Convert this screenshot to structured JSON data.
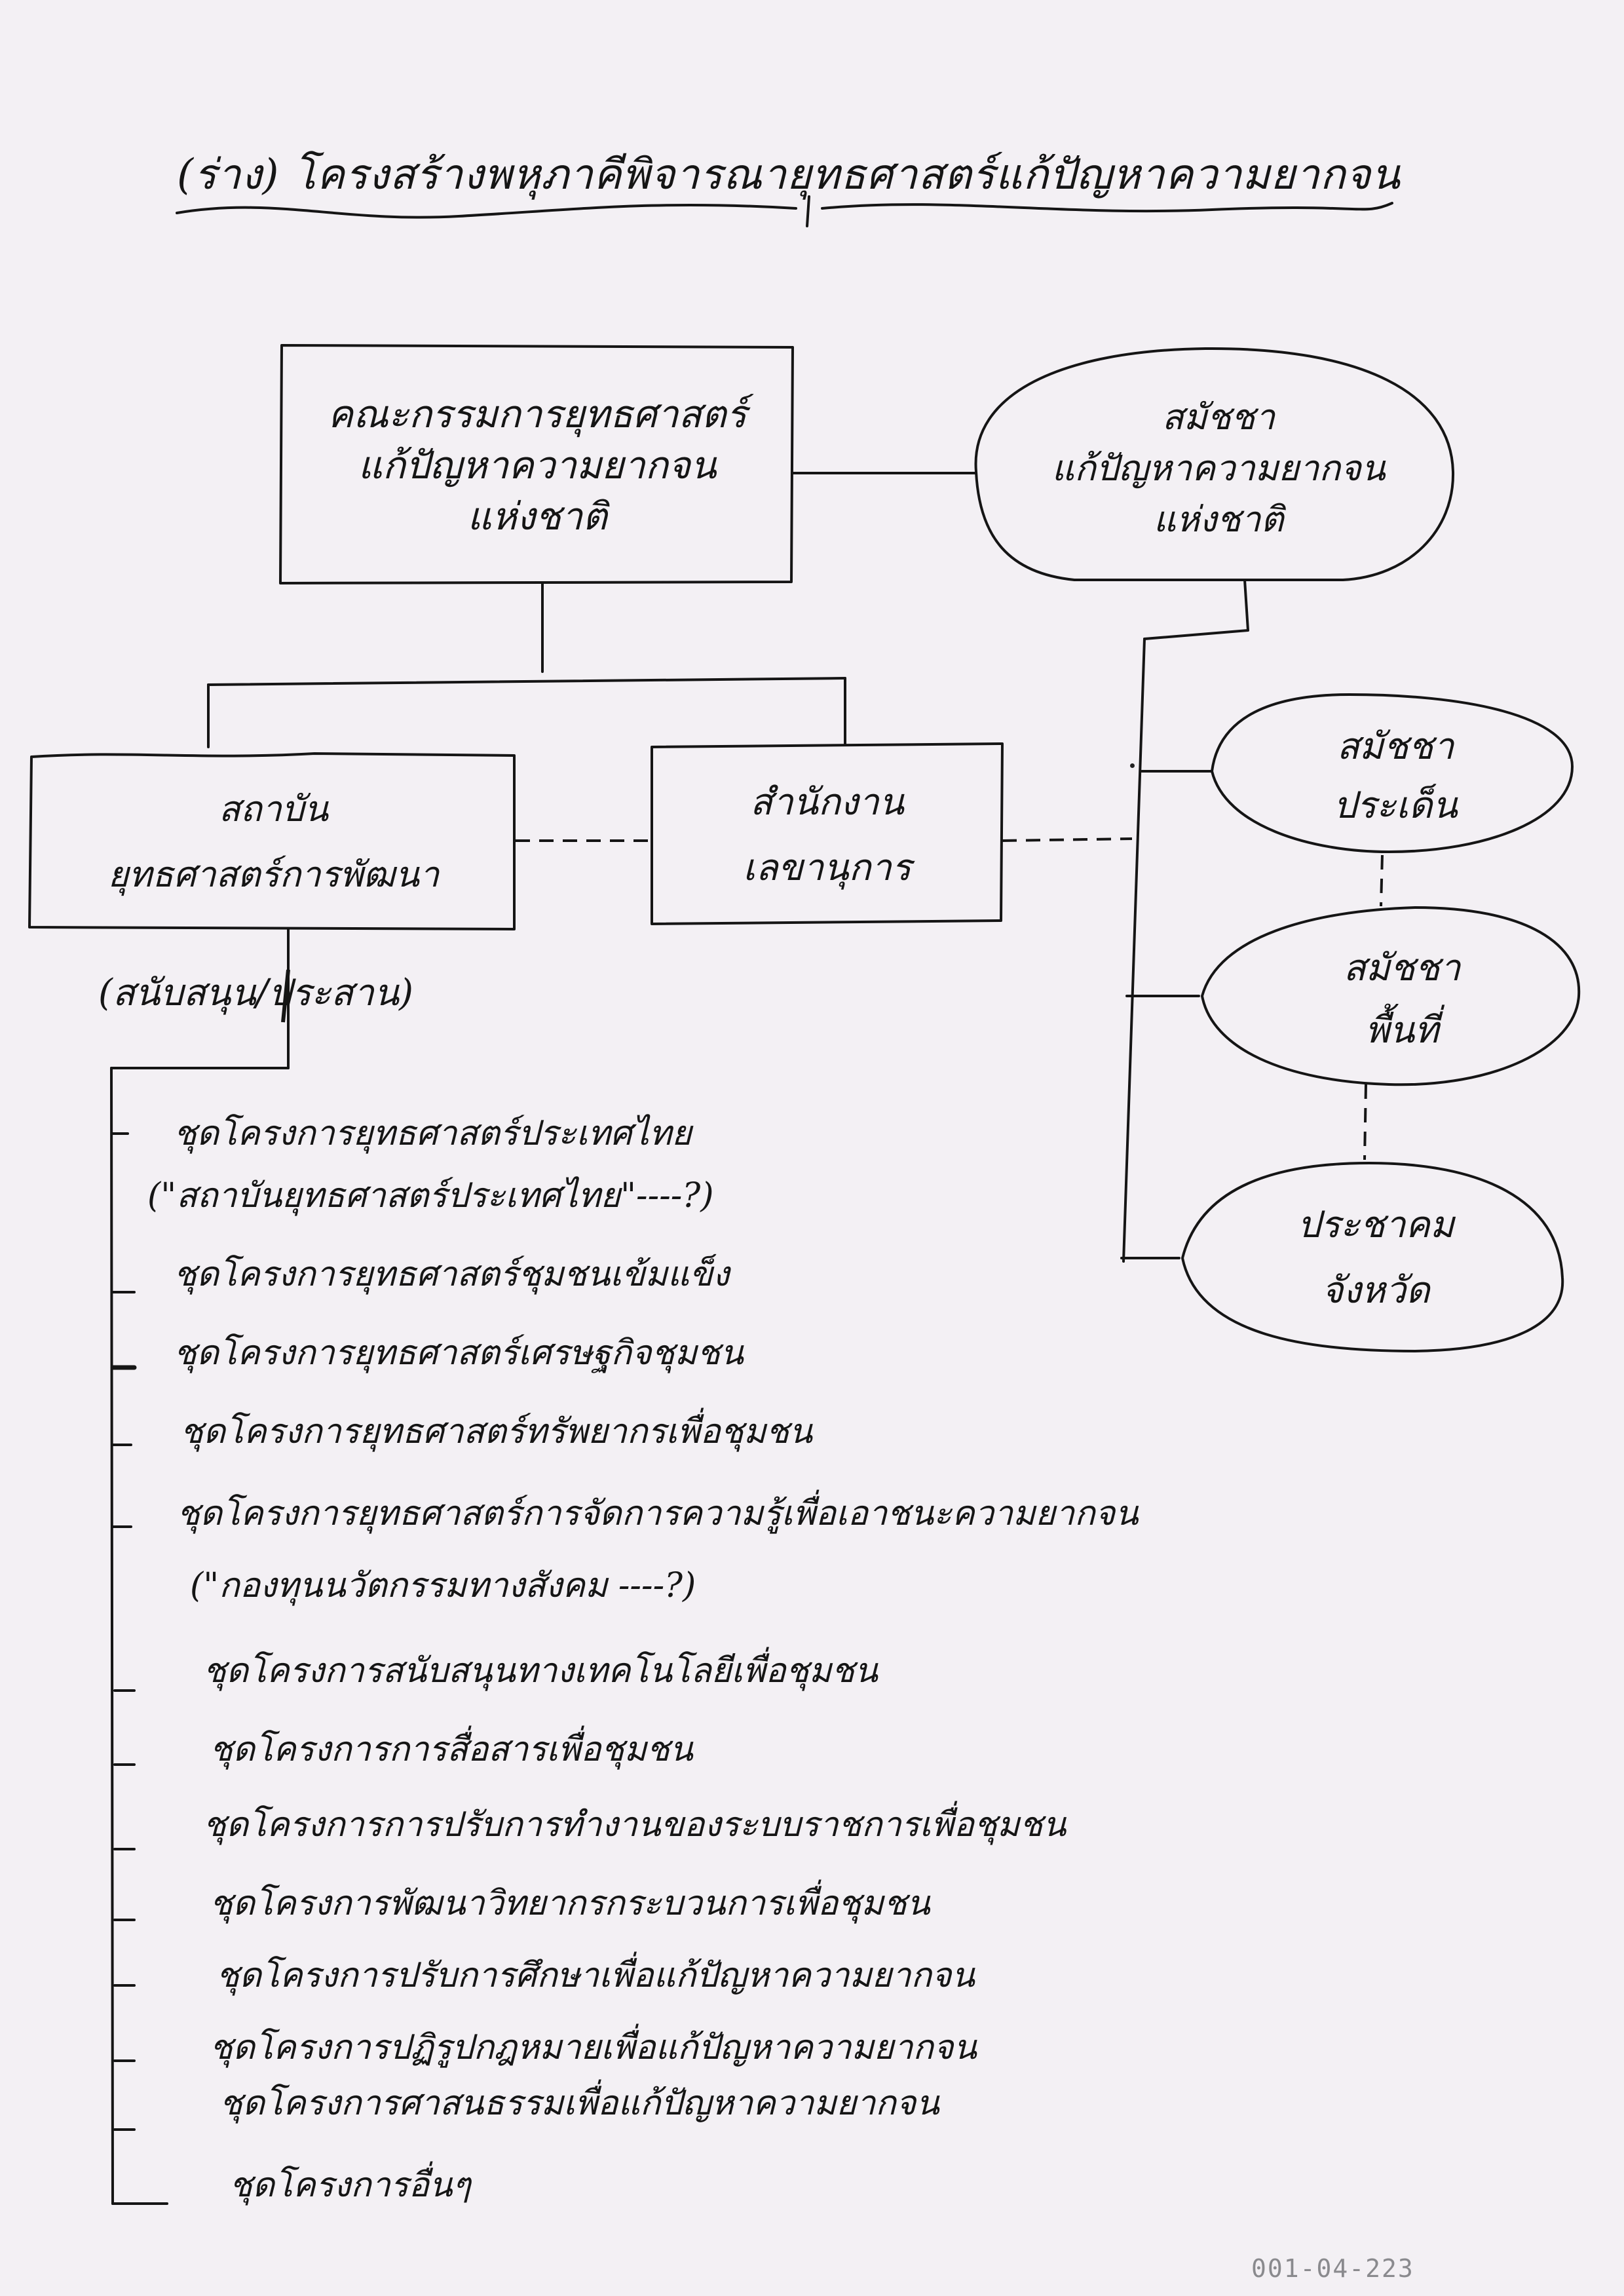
{
  "document": {
    "title": "(ร่าง) โครงสร้างพหุภาคีพิจารณายุทธศาสตร์แก้ปัญหาความยากจน",
    "stamp": "001-04-223",
    "colors": {
      "paper": "#f3f0f4",
      "ink": "#151515",
      "stamp": "#8a8a8e"
    }
  },
  "nodes": {
    "committee": {
      "shape": "rectangle",
      "lines": [
        "คณะกรรมการยุทธศาสตร์",
        "แก้ปัญหาความยากจน",
        "แห่งชาติ"
      ]
    },
    "national_assembly": {
      "shape": "oval",
      "lines": [
        "สมัชชา",
        "แก้ปัญหาความยากจน",
        "แห่งชาติ"
      ]
    },
    "institute": {
      "shape": "rectangle",
      "lines": [
        "สถาบัน",
        "ยุทธศาสตร์การพัฒนา"
      ]
    },
    "secretariat": {
      "shape": "rectangle",
      "lines": [
        "สำนักงาน",
        "เลขานุการ"
      ]
    },
    "issue_assembly": {
      "shape": "oval",
      "lines": [
        "สมัชชา",
        "ประเด็น"
      ]
    },
    "area_assembly": {
      "shape": "oval",
      "lines": [
        "สมัชชา",
        "พื้นที่"
      ]
    },
    "provincial_forum": {
      "shape": "oval",
      "lines": [
        "ประชาคม",
        "จังหวัด"
      ]
    }
  },
  "institute_note": "(สนับสนุน/ประสาน)",
  "programs": [
    {
      "label": "ชุดโครงการยุทธศาสตร์ประเทศไทย",
      "note": "(\"สถาบันยุทธศาสตร์ประเทศไทย\"----?)"
    },
    {
      "label": "ชุดโครงการยุทธศาสตร์ชุมชนเข้มแข็ง"
    },
    {
      "label": "ชุดโครงการยุทธศาสตร์เศรษฐกิจชุมชน"
    },
    {
      "label": "ชุดโครงการยุทธศาสตร์ทรัพยากรเพื่อชุมชน"
    },
    {
      "label": "ชุดโครงการยุทธศาสตร์การจัดการความรู้เพื่อเอาชนะความยากจน",
      "note": "(\"กองทุนนวัตกรรมทางสังคม ----?)"
    },
    {
      "label": "ชุดโครงการสนับสนุนทางเทคโนโลยีเพื่อชุมชน"
    },
    {
      "label": "ชุดโครงการการสื่อสารเพื่อชุมชน"
    },
    {
      "label": "ชุดโครงการการปรับการทำงานของระบบราชการเพื่อชุมชน"
    },
    {
      "label": "ชุดโครงการพัฒนาวิทยากรกระบวนการเพื่อชุมชน"
    },
    {
      "label": "ชุดโครงการปรับการศึกษาเพื่อแก้ปัญหาความยากจน"
    },
    {
      "label": "ชุดโครงการปฏิรูปกฎหมายเพื่อแก้ปัญหาความยากจน"
    },
    {
      "label": "ชุดโครงการศาสนธรรมเพื่อแก้ปัญหาความยากจน"
    },
    {
      "label": "ชุดโครงการอื่นๆ"
    }
  ]
}
